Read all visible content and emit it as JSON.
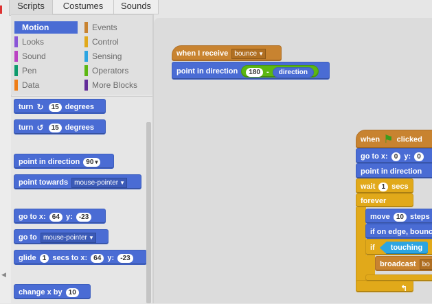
{
  "tabs": [
    {
      "label": "Scripts",
      "active": true
    },
    {
      "label": "Costumes",
      "active": false
    },
    {
      "label": "Sounds",
      "active": false
    }
  ],
  "categories": [
    {
      "label": "Motion",
      "color": "#4a6cd4",
      "selected": true
    },
    {
      "label": "Looks",
      "color": "#8a55d7",
      "selected": false
    },
    {
      "label": "Sound",
      "color": "#bb42c3",
      "selected": false
    },
    {
      "label": "Pen",
      "color": "#0e9a6c",
      "selected": false
    },
    {
      "label": "Data",
      "color": "#ee7d16",
      "selected": false
    },
    {
      "label": "Events",
      "color": "#c88330",
      "selected": false
    },
    {
      "label": "Control",
      "color": "#e1a91a",
      "selected": false
    },
    {
      "label": "Sensing",
      "color": "#2ca5e2",
      "selected": false
    },
    {
      "label": "Operators",
      "color": "#5cb712",
      "selected": false
    },
    {
      "label": "More Blocks",
      "color": "#632d99",
      "selected": false
    }
  ],
  "palette": {
    "turn_right": {
      "pre": "turn",
      "icon": "rotate-right-icon",
      "value": "15",
      "post": "degrees"
    },
    "turn_left": {
      "pre": "turn",
      "icon": "rotate-left-icon",
      "value": "15",
      "post": "degrees"
    },
    "point_dir": {
      "pre": "point in direction",
      "value": "90"
    },
    "point_towards": {
      "pre": "point towards",
      "value": "mouse-pointer"
    },
    "goto_xy": {
      "pre": "go to x:",
      "x": "64",
      "mid": "y:",
      "y": "-23"
    },
    "goto": {
      "pre": "go to",
      "value": "mouse-pointer"
    },
    "glide": {
      "pre": "glide",
      "secs": "1",
      "mid1": "secs to x:",
      "x": "64",
      "mid2": "y:",
      "y": "-23"
    },
    "change_x": {
      "pre": "change x by",
      "value": "10"
    }
  },
  "scripts": {
    "script1": {
      "hat": {
        "pre": "when I receive",
        "value": "bounce"
      },
      "point": {
        "pre": "point in direction",
        "a": "180",
        "op": "-",
        "b": "direction"
      }
    },
    "script2": {
      "hat": {
        "pre": "when",
        "icon": "green-flag-icon",
        "post": "clicked"
      },
      "goto": {
        "pre": "go to x:",
        "x": "0",
        "mid": "y:",
        "y": "0"
      },
      "point": {
        "pre": "point in direction"
      },
      "wait": {
        "pre": "wait",
        "value": "1",
        "post": "secs"
      },
      "forever": {
        "label": "forever"
      },
      "move": {
        "pre": "move",
        "value": "10",
        "post": "steps"
      },
      "bounce": {
        "label": "if on edge, bounce"
      },
      "if": {
        "pre": "if",
        "cond": "touching"
      },
      "broadcast": {
        "pre": "broadcast",
        "value": "bo"
      }
    }
  }
}
